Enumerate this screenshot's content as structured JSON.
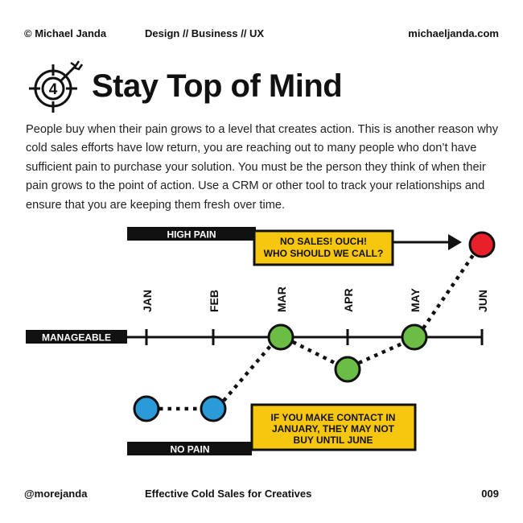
{
  "header": {
    "copyright": "© Michael Janda",
    "categories": "Design // Business // UX",
    "website": "michaeljanda.com"
  },
  "title": {
    "number": "4",
    "text": "Stay Top of Mind"
  },
  "body": "People buy when their pain grows to a level that creates action. This is another reason why cold sales efforts have low return, you are reaching out to many people who don’t have sufficient pain to purchase your solution. You must be the person they think of when their pain grows to the point of action. Use a CRM or other tool to track your relationships and ensure that you are keeping them fresh over time.",
  "diagram": {
    "levels": {
      "high": "HIGH PAIN",
      "manageable": "MANAGEABLE",
      "none": "NO PAIN"
    },
    "months": [
      "JAN",
      "FEB",
      "MAR",
      "APR",
      "MAY",
      "JUN"
    ],
    "points": [
      {
        "month": "JAN",
        "level": "no pain",
        "color": "blue"
      },
      {
        "month": "FEB",
        "level": "no pain",
        "color": "blue"
      },
      {
        "month": "MAR",
        "level": "manageable",
        "color": "green"
      },
      {
        "month": "APR",
        "level": "manageable",
        "color": "green"
      },
      {
        "month": "MAY",
        "level": "manageable",
        "color": "green"
      },
      {
        "month": "JUN",
        "level": "high pain",
        "color": "red"
      }
    ],
    "callout_top": {
      "line1": "NO SALES! OUCH!",
      "line2": "WHO SHOULD WE CALL?"
    },
    "callout_bottom": {
      "line1": "IF YOU MAKE CONTACT IN",
      "line2": "JANUARY, THEY MAY NOT",
      "line3": "BUY UNTIL JUNE"
    }
  },
  "colors": {
    "blue": "#2b9ad8",
    "green": "#6cbd45",
    "red": "#e8202a",
    "yellow": "#f7c710",
    "ink": "#111111"
  },
  "footer": {
    "handle": "@morejanda",
    "series": "Effective Cold Sales for Creatives",
    "page": "009"
  }
}
